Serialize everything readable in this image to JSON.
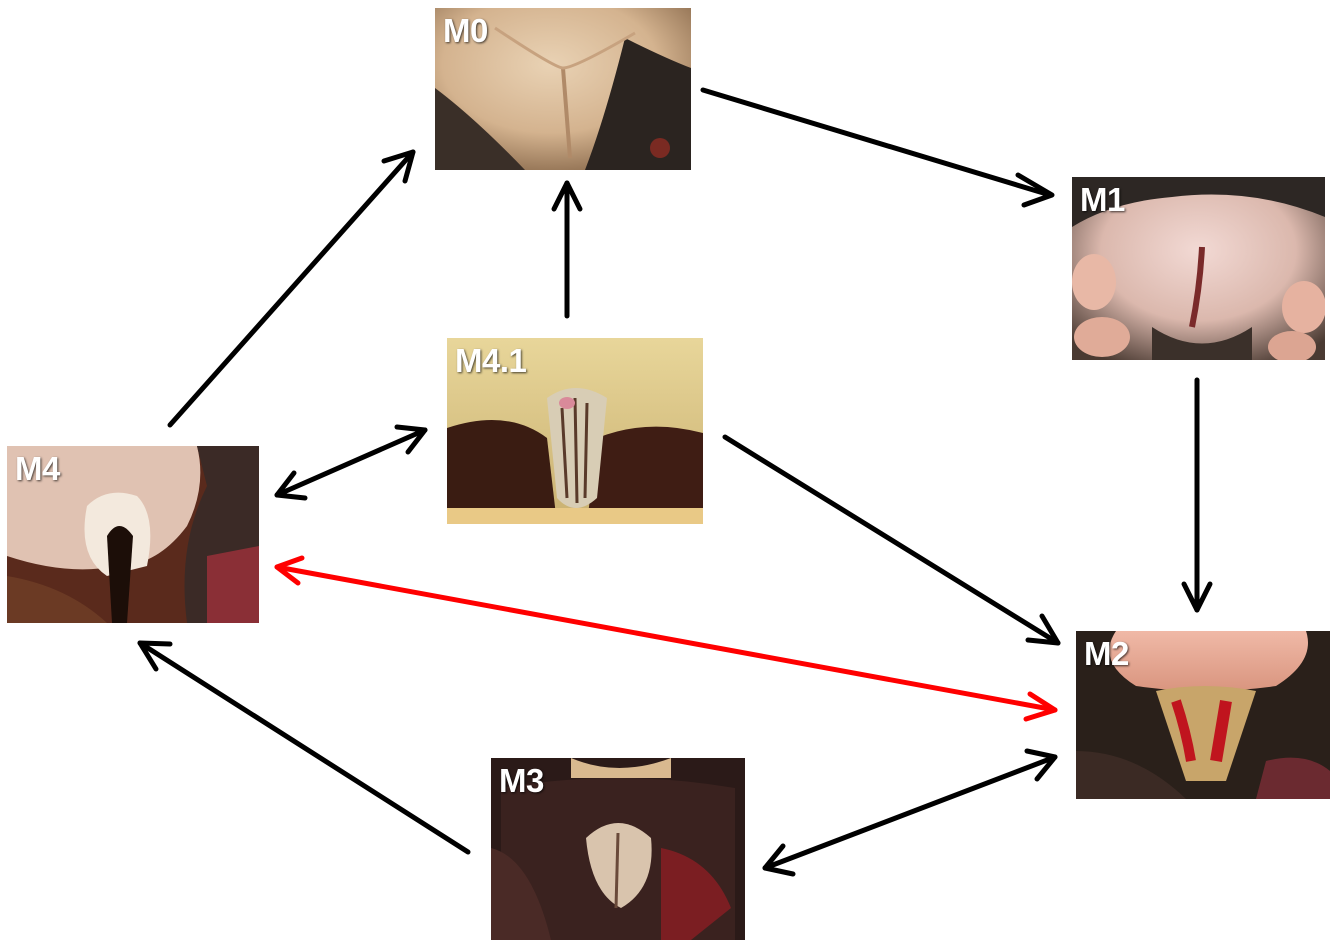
{
  "diagram": {
    "nodes": [
      {
        "id": "m0",
        "label": "M0"
      },
      {
        "id": "m1",
        "label": "M1"
      },
      {
        "id": "m41",
        "label": "M4.1"
      },
      {
        "id": "m4",
        "label": "M4"
      },
      {
        "id": "m2",
        "label": "M2"
      },
      {
        "id": "m3",
        "label": "M3"
      }
    ],
    "edges": [
      {
        "from": "M0",
        "to": "M1",
        "direction": "one-way",
        "color": "#000000"
      },
      {
        "from": "M1",
        "to": "M2",
        "direction": "one-way",
        "color": "#000000"
      },
      {
        "from": "M4.1",
        "to": "M0",
        "direction": "one-way",
        "color": "#000000"
      },
      {
        "from": "M4",
        "to": "M0",
        "direction": "one-way",
        "color": "#000000"
      },
      {
        "from": "M4",
        "to": "M4.1",
        "direction": "two-way",
        "color": "#000000"
      },
      {
        "from": "M4.1",
        "to": "M2",
        "direction": "one-way",
        "color": "#000000"
      },
      {
        "from": "M4",
        "to": "M2",
        "direction": "two-way",
        "color": "#ff0000"
      },
      {
        "from": "M3",
        "to": "M4",
        "direction": "one-way",
        "color": "#000000"
      },
      {
        "from": "M3",
        "to": "M2",
        "direction": "two-way",
        "color": "#000000"
      }
    ]
  }
}
